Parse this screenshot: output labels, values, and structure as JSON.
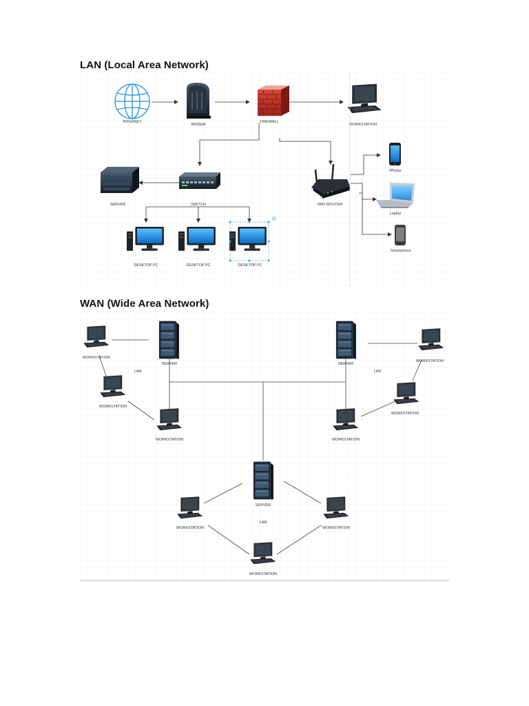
{
  "lan": {
    "title": "LAN (Local Area Network)",
    "nodes": {
      "internet": "INTERNET",
      "modem": "MODEM",
      "firewall": "FIREWALL",
      "workstation": "WORKSTATION",
      "server": "SERVER",
      "switch": "SWITCH",
      "wifi_router": "WIFI ROUTER",
      "iphone": "iPhone",
      "laptop": "Laptop",
      "smartphone": "Smartphone",
      "desktop_pc": "DESKTOP PC"
    }
  },
  "wan": {
    "title": "WAN (Wide Area Network)",
    "labels": {
      "workstation": "WORKSTATION",
      "server": "SERVER",
      "lan": "LAN"
    }
  },
  "colors": {
    "grid": "#e6e6e6",
    "line": "#333333",
    "firewall": "#c0392b",
    "screen": "#1e90e0",
    "server_body": "#22313f",
    "selection": "#4aa3e0"
  },
  "icons": [
    "globe-icon",
    "modem-icon",
    "firewall-icon",
    "workstation-icon",
    "server-icon",
    "switch-icon",
    "router-icon",
    "phone-icon",
    "laptop-icon",
    "desktop-pc-icon"
  ]
}
